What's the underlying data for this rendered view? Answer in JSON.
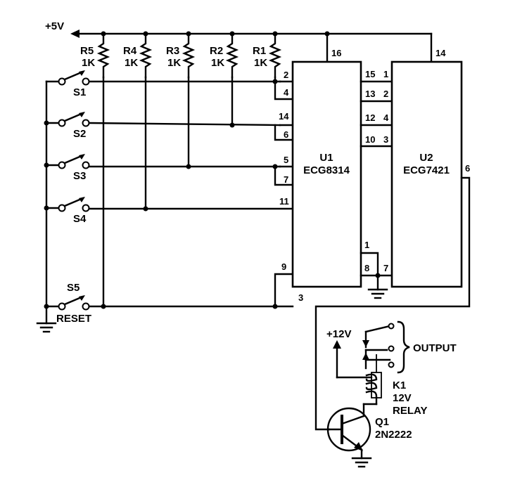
{
  "supply": {
    "vcc_label": "+5V",
    "relay_supply_label": "+12V"
  },
  "resistors": [
    {
      "name": "R5",
      "value": "1K"
    },
    {
      "name": "R4",
      "value": "1K"
    },
    {
      "name": "R3",
      "value": "1K"
    },
    {
      "name": "R2",
      "value": "1K"
    },
    {
      "name": "R1",
      "value": "1K"
    }
  ],
  "switches": [
    {
      "name": "S1"
    },
    {
      "name": "S2"
    },
    {
      "name": "S3"
    },
    {
      "name": "S4"
    },
    {
      "name": "S5",
      "function": "RESET"
    }
  ],
  "u1": {
    "name": "U1",
    "part": "ECG8314",
    "pins": {
      "p2": "2",
      "p4": "4",
      "p14": "14",
      "p6": "6",
      "p5": "5",
      "p7": "7",
      "p11": "11",
      "p9": "9",
      "p3": "3",
      "p16": "16",
      "p15": "15",
      "p13": "13",
      "p12": "12",
      "p10": "10",
      "p1": "1",
      "p8": "8"
    }
  },
  "u2": {
    "name": "U2",
    "part": "ECG7421",
    "pins": {
      "p14": "14",
      "p1": "1",
      "p2": "2",
      "p4": "4",
      "p3": "3",
      "p6": "6",
      "p7": "7"
    }
  },
  "relay": {
    "name": "K1",
    "rating": "12V",
    "type": "RELAY",
    "output_label": "OUTPUT"
  },
  "transistor": {
    "name": "Q1",
    "part": "2N2222"
  }
}
